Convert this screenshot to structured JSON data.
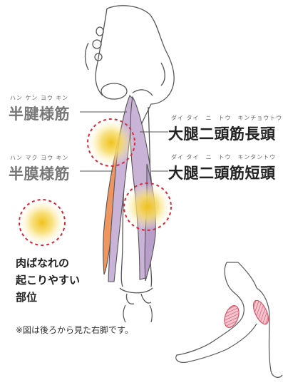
{
  "labels": {
    "semitendinosus": {
      "ruby": "ハン ケン ヨウ キン",
      "name": "半腱様筋"
    },
    "semimembranosus": {
      "ruby": "ハン マク ヨウ キン",
      "name": "半膜様筋"
    },
    "biceps_long": {
      "ruby": "ダイ タイ　ニ　トウ　キンチョウトウ",
      "name": "大腿二頭筋長頭"
    },
    "biceps_short": {
      "ruby": "ダイ タイ　ニ　トウ　キンタントウ",
      "name": "大腿二頭筋短頭"
    }
  },
  "legend": {
    "line1": "肉ばなれの",
    "line2": "起こりやすい",
    "line3": "部位"
  },
  "note": "※図は後ろから見た右脚です。",
  "colors": {
    "muscle_purple": "#c9b3d6",
    "muscle_orange": "#ef9560",
    "outline": "#555555",
    "highlight_red": "#d7283a",
    "hotspot_yellow": "#f2cf3a",
    "thumb_muscle": "#d9536a"
  }
}
